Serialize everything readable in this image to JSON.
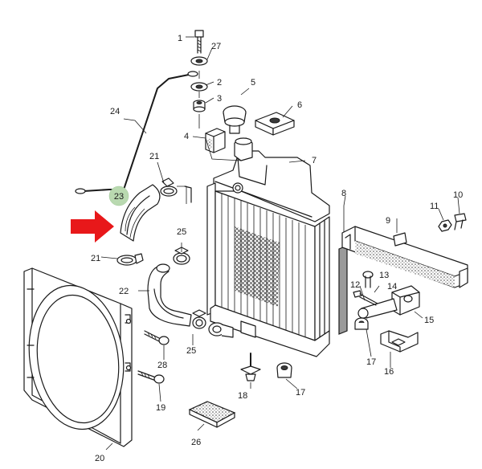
{
  "colors": {
    "highlight_circle": "#b9d9b0",
    "arrow": "#e8181a",
    "line": "#1a1a1a"
  },
  "highlighted_part": "23",
  "callouts": {
    "c1": "1",
    "c2": "2",
    "c3": "3",
    "c4": "4",
    "c5": "5",
    "c6": "6",
    "c7": "7",
    "c8": "8",
    "c9": "9",
    "c10": "10",
    "c11": "11",
    "c12": "12",
    "c13": "13",
    "c14": "14",
    "c15": "15",
    "c16": "16",
    "c17a": "17",
    "c17b": "17",
    "c18": "18",
    "c19": "19",
    "c20": "20",
    "c21a": "21",
    "c21b": "21",
    "c22": "22",
    "c23": "23",
    "c24": "24",
    "c25a": "25",
    "c25b": "25",
    "c26": "26",
    "c27": "27",
    "c28": "28"
  },
  "icons": {
    "pointer": "red-arrow-icon"
  }
}
